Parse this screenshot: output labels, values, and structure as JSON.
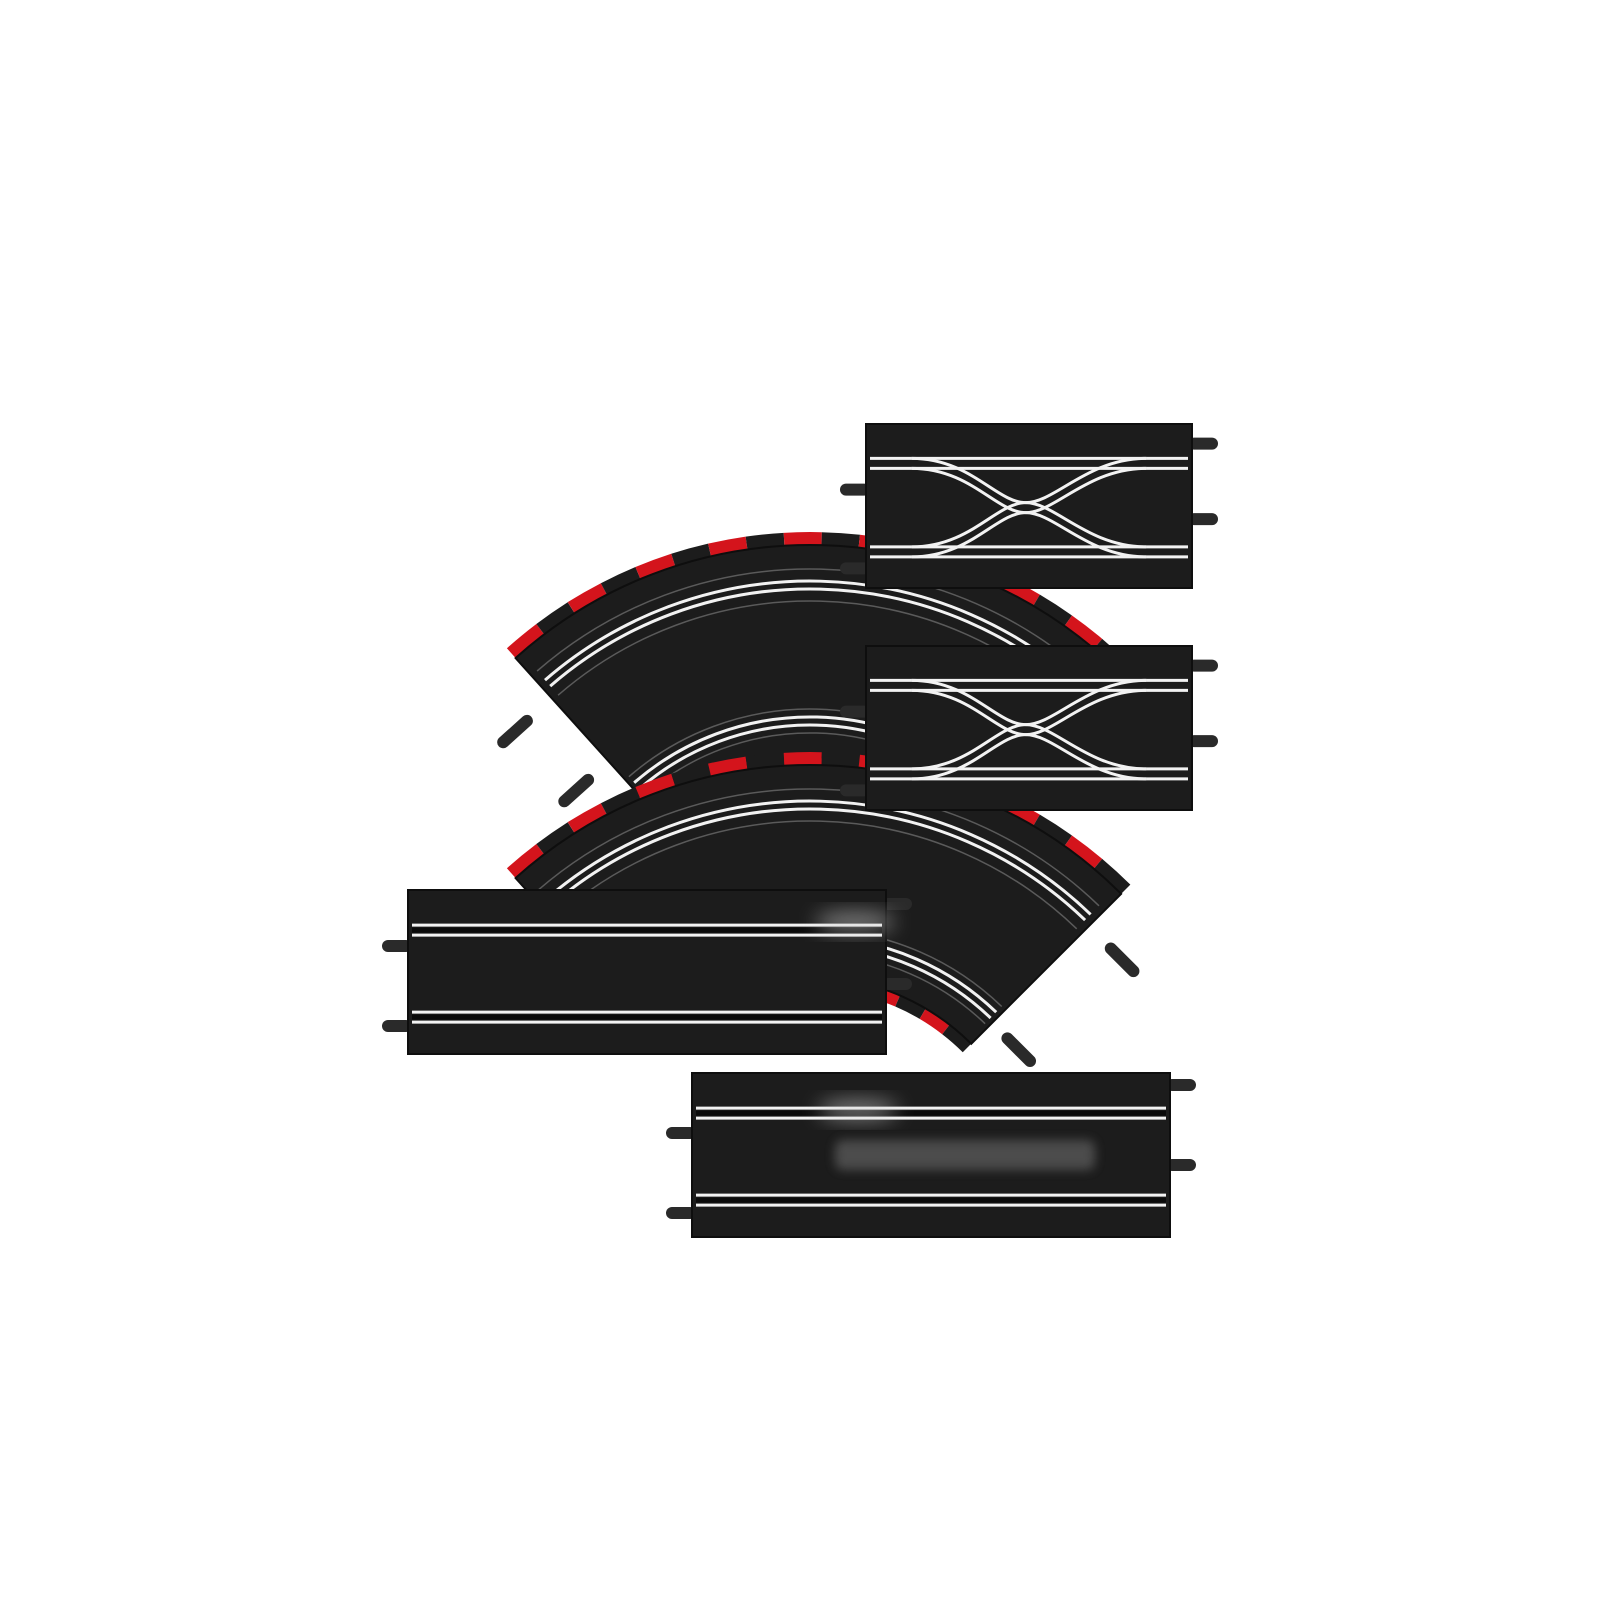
{
  "scene": {
    "background": "#ffffff",
    "track_color": "#1c1c1c",
    "track_edge_color": "#0e0e0e",
    "lane_line_color": "#f2f2f2",
    "kerb_red": "#d4141c",
    "kerb_black": "#1c1c1c",
    "connector_color": "#2a2a2a"
  },
  "pieces": [
    {
      "kind": "curve-track",
      "count_label": "",
      "has_kerbs": true
    },
    {
      "kind": "curve-track",
      "count_label": "",
      "has_kerbs": true
    },
    {
      "kind": "lane-change-track",
      "count_label": ""
    },
    {
      "kind": "lane-change-track",
      "count_label": ""
    },
    {
      "kind": "straight-track",
      "count_label": ""
    },
    {
      "kind": "straight-track",
      "count_label": ""
    }
  ]
}
